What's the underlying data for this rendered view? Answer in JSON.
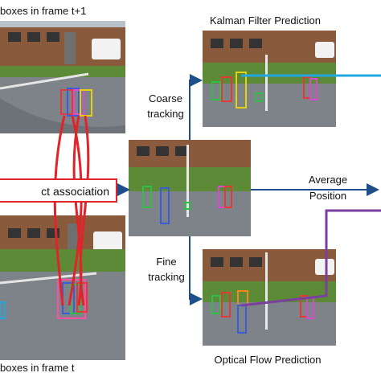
{
  "labels": {
    "frame_next": "boxes in frame t+1",
    "frame_curr": "boxes in frame t",
    "kalman": "Kalman Filter Prediction",
    "optical": "Optical Flow Prediction",
    "coarse_1": "Coarse",
    "coarse_2": "tracking",
    "fine_1": "Fine",
    "fine_2": "tracking",
    "average_1": "Average",
    "average_2": "Position",
    "association": "ct association"
  },
  "colors": {
    "arrow": "#1f4e8c",
    "association": "#e0242a",
    "kalman_line": "#22a7e0",
    "optical_line": "#7a3fa0"
  }
}
